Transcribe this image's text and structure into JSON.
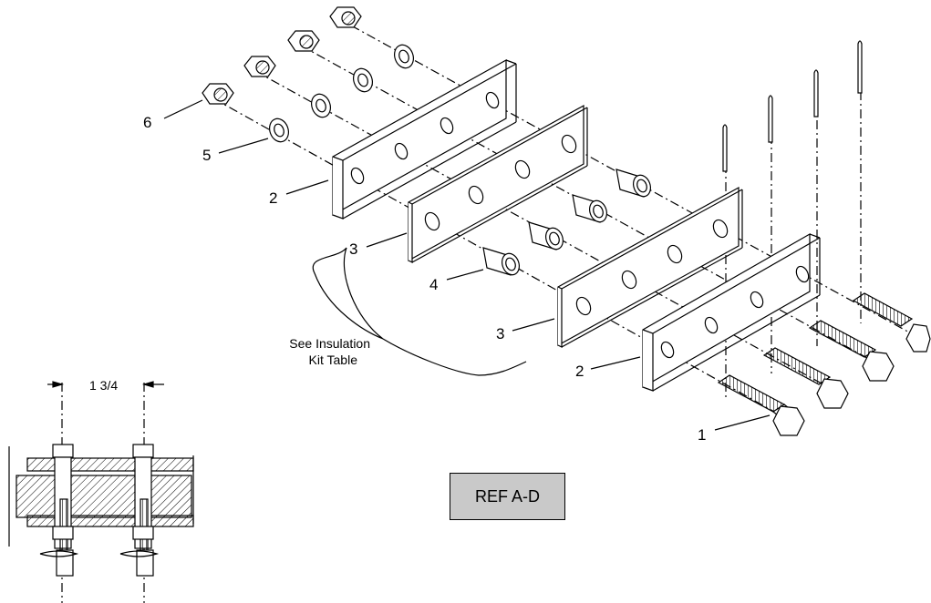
{
  "callouts": [
    {
      "id": "1",
      "text": "1"
    },
    {
      "id": "2a",
      "text": "2"
    },
    {
      "id": "2b",
      "text": "2"
    },
    {
      "id": "3a",
      "text": "3"
    },
    {
      "id": "3b",
      "text": "3"
    },
    {
      "id": "4",
      "text": "4"
    },
    {
      "id": "5",
      "text": "5"
    },
    {
      "id": "6",
      "text": "6"
    }
  ],
  "note": {
    "line1": "See Insulation",
    "line2": "Kit Table"
  },
  "dimension": "1 3/4",
  "ref_box": "REF A-D",
  "colors": {
    "line": "#000000",
    "ref_fill": "#c9c9c9",
    "background": "#ffffff"
  }
}
